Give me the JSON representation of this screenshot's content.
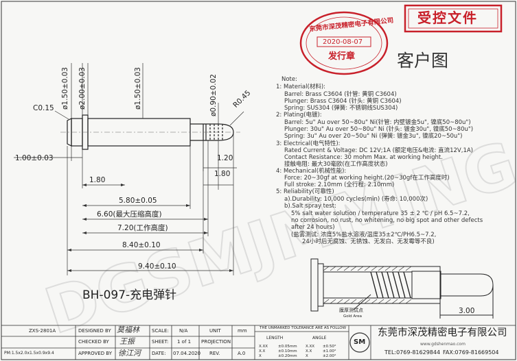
{
  "stamps": {
    "control": "受控文件",
    "company_ring": "东莞市深茂精密电子有限公司",
    "date": "2020-08-07",
    "issue": "发行章"
  },
  "customer_drawing": "客户图",
  "part_title": "BH-097-充电弹针",
  "dims": {
    "chamfer": "C0.15",
    "d1": "ø1.50±0.03",
    "d2": "ø2.00±0.03",
    "d3": "ø1.50±0.03",
    "d4": "ø0.90±0.02",
    "radius": "R0.45",
    "len_100": "1.00±0.03",
    "len_120": "1.20",
    "len_180a": "1.80",
    "len_180b": "1.80",
    "len_580": "5.80±0.05",
    "len_660": "6.60(最大压缩高度)",
    "len_720": "7.20(工作高度)",
    "len_840": "8.40±0.10",
    "len_940": "9.40±0.10",
    "len_300": "3.00",
    "plating_note": "膜厚测试点",
    "plating_sub": "Gold Area"
  },
  "notes": {
    "heading": "Note:",
    "l1": "1:  Material(材料):",
    "l2": "Barrel: Brass C3604 (针管: 黄铜 C3604)",
    "l3": "Plunger: Brass C3604 (针头: 黄铜 C3604)",
    "l4": "Spring: SUS304    (弹簧: 不锈钢线SUS304)",
    "l5": "2:  Plating(电镀):",
    "l6": "Barrel: 5u\" Au over 50~80u\" Ni(针管: 内壁镀金5u\", 镍底50~80u\")",
    "l7": "Plunger: 30u\" Au over 50~80u\" Ni (针头: 镀金30u\", 镍底50~80u\")",
    "l8": "Spring: 3u\" Au over 20~50u\" Ni (弹簧: 镀金3u\", 镍底20~50u\")",
    "l9": "3:  Electrical(电气特性):",
    "l10": "Rated Current & Voltage: DC 12V;1A (额定电压&电流: 直流12V,1A)",
    "l11": "Contact Resistance: 30 mohm Max. at working height.",
    "l12": "接触电阻: 最大30毫欧(在工作高度状态)",
    "l13": "4:  Mechanical(机械性能):",
    "l14": "Force: 20~30gf at working height.(20~30gf在工作高度时)",
    "l15": "Full stroke: 2.10mm (全行程: 2.10mm)",
    "l16": "5:  Reliability(可靠性)",
    "l17": "a).Durability: 10,000 cycles(min) (寿命: 10,000次)",
    "l18": "b).Salt spray test:",
    "l19": "5% salt water solution / temperature 35 ± 2 ℃ / pH 6.5~7.2,",
    "l20": "no corrosion, no rust, no whitening, no big spot and other defects",
    "l21": "after 24 hours)",
    "l22": "(盐雾测试: 浓度5%盐水溶液/温度35±2℃/PH6.5~7.2,",
    "l23": "24小时后无腐蚀、无锈蚀、无发白、无发霉等不良)"
  },
  "title_block": {
    "part_no": "ZXS-2801A",
    "designed_by": "DESIGNED BY",
    "checked_by": "CHECKED BY",
    "approved_by": "APPROVED BY",
    "pm": "PM:1.5x2.0x1.5x0.9x9.4",
    "scale_label": "SCALE:",
    "scale_value": "N/A",
    "sheet_label": "SHEET:",
    "sheet_value": "1 of 1",
    "date_label": "DATE:",
    "date_value": "07.04.2020",
    "unit_label": "UNIT",
    "unit_value": "mm",
    "projection": "PROJECTION",
    "rev_label": "REV.",
    "rev_value": "A.0",
    "tol_title": "THE UNMARKED TOLERANCE ARE AS FOLLOW",
    "length": "LENGTH",
    "angle": "ANGLE",
    "len_rows": [
      [
        "X.XX",
        "±0.05mm"
      ],
      [
        "X.X",
        "±0.10mm"
      ],
      [
        "X",
        "±0.20mm"
      ]
    ],
    "ang_rows": [
      [
        "X.XX",
        "±0.50°"
      ],
      [
        "X.X",
        "±1.00°"
      ],
      [
        "X",
        "±2.00°"
      ]
    ],
    "logo": "SM",
    "company": "东莞市深茂精密电子有限公司",
    "tel": "TEL:0769-81629844",
    "fax": "FAX:0769-81669504",
    "web": "www.gdshenmao.com",
    "sig1": "莫福林",
    "sig2": "王振",
    "sig3": "徐江河"
  },
  "colors": {
    "stamp": "#c8202a",
    "line": "#2a2a2a",
    "watermark": "#c9c9c9"
  }
}
